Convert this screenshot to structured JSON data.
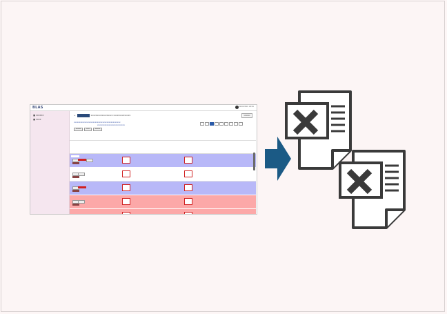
{
  "app": {
    "logo": "BLAS",
    "user_info": "xxxxxxxx xxxx"
  },
  "sidebar": {
    "items": [
      "■ xxxxxx",
      "■ xxxx"
    ]
  },
  "main": {
    "top_button": "xxxxxx",
    "crumb_text": "xxxxxxxxxxxxxxxxxx xxxxxxxxxxxxxx",
    "info_line_1": "xxxxxxxxxxxxxxxxxxxxxxxxxxxxxxxxxxxxxxxxxxxx",
    "info_line_2": "xxxxxxxxxxxxxxxxxxxxxxxxxx",
    "buttons": [
      "xxxxxx",
      "xxxx",
      "xxxxxx"
    ]
  },
  "colors": {
    "arrow": "#1b5a85",
    "excel_stroke": "#3a3a3a",
    "row_blue": "#b8b8f8",
    "row_red": "#fca8a8"
  },
  "icons": [
    "excel-file-icon",
    "excel-file-icon",
    "right-arrow-icon"
  ]
}
